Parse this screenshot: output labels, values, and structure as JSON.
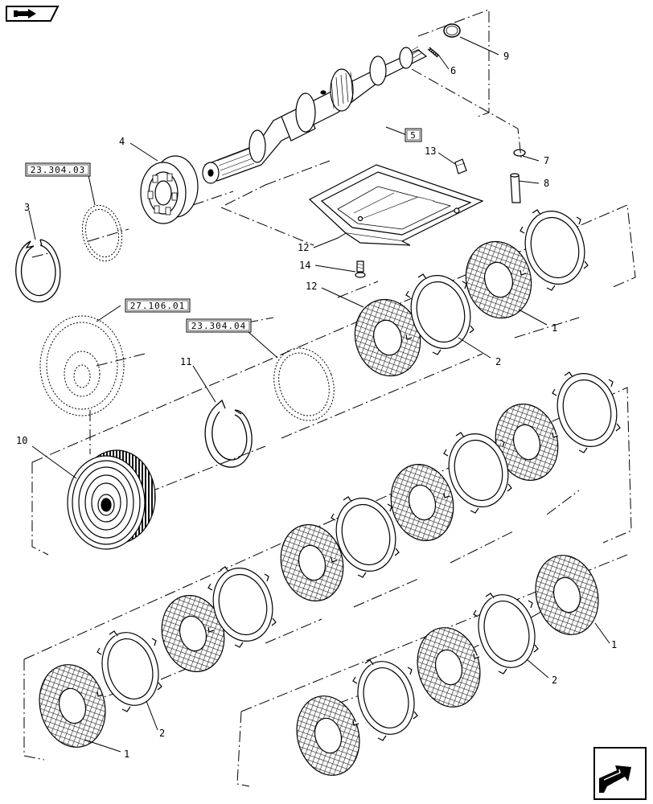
{
  "navigation": {
    "back_icon": "back-arrow-icon",
    "next_icon": "next-page-arrow-icon"
  },
  "reference_boxes": {
    "ref_23_304_03": "23.304.03",
    "ref_27_106_01": "27.106.01",
    "ref_23_304_04": "23.304.04",
    "ref_5": "5"
  },
  "callouts": {
    "c1_a": "1",
    "c1_b": "1",
    "c1_c": "1",
    "c2_a": "2",
    "c2_b": "2",
    "c2_c": "2",
    "c3": "3",
    "c4": "4",
    "c6": "6",
    "c7": "7",
    "c8": "8",
    "c9": "9",
    "c10": "10",
    "c11": "11",
    "c12_a": "12",
    "c12_b": "12",
    "c13": "13",
    "c14": "14"
  },
  "colors": {
    "line": "#000000",
    "hatch": "#333333",
    "background": "#ffffff"
  }
}
